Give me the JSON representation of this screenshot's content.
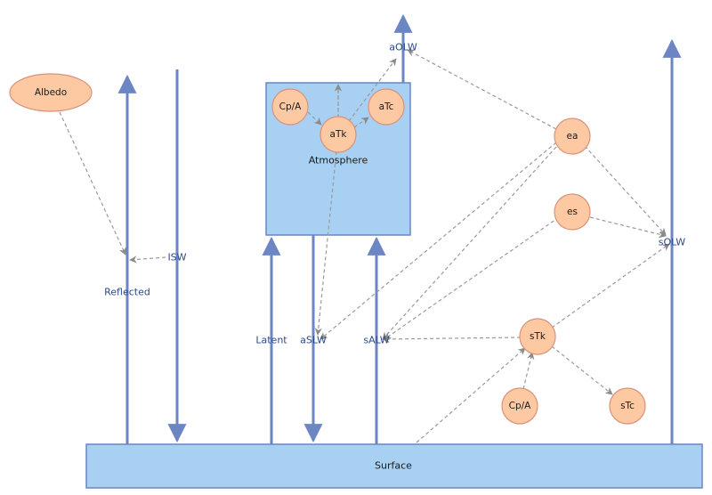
{
  "colors": {
    "flow": "#6b86c2",
    "box_fill": "#a7d0f3",
    "box_stroke": "#6b86c2",
    "node_fill": "#fdc9a2",
    "node_stroke": "#d9927a",
    "dashed": "#9a9a9a",
    "label": "#2c4a86"
  },
  "boxes": {
    "atmosphere": "Atmosphere",
    "surface": "Surface"
  },
  "flows": {
    "isw": "ISW",
    "reflected": "Reflected",
    "latent": "Latent",
    "aslw": "aSLW",
    "salw": "sALW",
    "aolw": "aOLW",
    "solw": "sOLW"
  },
  "nodes": {
    "albedo": "Albedo",
    "cpa_atm": "Cp/A",
    "atk": "aTk",
    "atc": "aTc",
    "ea": "ea",
    "es": "es",
    "stk": "sTk",
    "cpa_surf": "Cp/A",
    "stc": "sTc"
  }
}
